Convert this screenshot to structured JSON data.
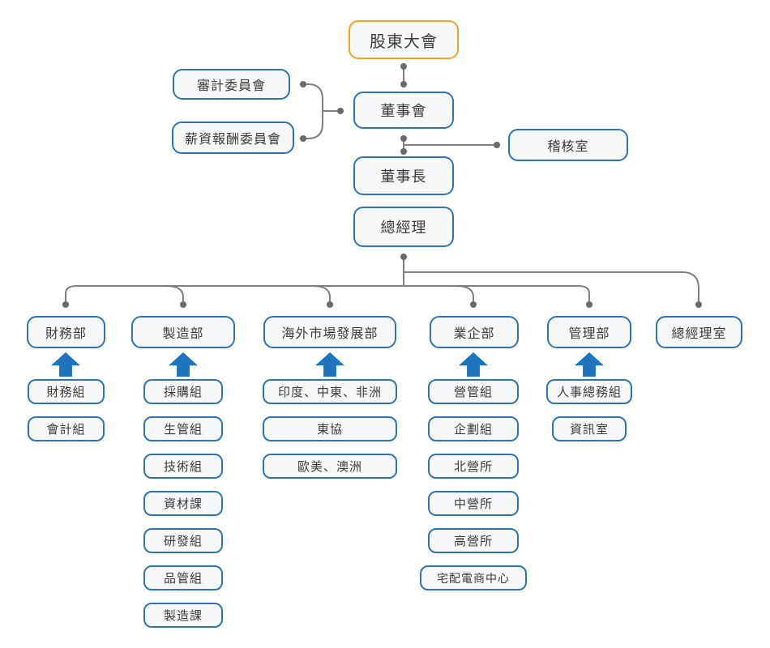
{
  "palette": {
    "node_border_blue": "#2E74B5",
    "node_border_orange": "#F5A31E",
    "node_fill": "#F6F7F8",
    "text_color": "#3B3B3B",
    "connector_gray": "#7F7F7F",
    "dot_gray": "#6A6A6A",
    "arrow_blue": "#1E74BD"
  },
  "nodes": {
    "shareholders": "股東大會",
    "audit_committee": "審計委員會",
    "compensation_committee": "薪資報酬委員會",
    "board": "董事會",
    "audit_office": "稽核室",
    "chairman": "董事長",
    "president": "總經理"
  },
  "departments": [
    {
      "label": "財務部",
      "units": [
        "財務組",
        "會計組"
      ]
    },
    {
      "label": "製造部",
      "units": [
        "採購組",
        "生管組",
        "技術組",
        "資材課",
        "研發組",
        "品管組",
        "製造課"
      ]
    },
    {
      "label": "海外市場發展部",
      "units": [
        "印度、中東、非洲",
        "東協",
        "歐美、澳洲"
      ]
    },
    {
      "label": "業企部",
      "units": [
        "營管組",
        "企劃組",
        "北營所",
        "中營所",
        "高營所",
        "宅配電商中心"
      ]
    },
    {
      "label": "管理部",
      "units": [
        "人事總務組",
        "資訊室"
      ]
    },
    {
      "label": "總經理室",
      "units": []
    }
  ]
}
